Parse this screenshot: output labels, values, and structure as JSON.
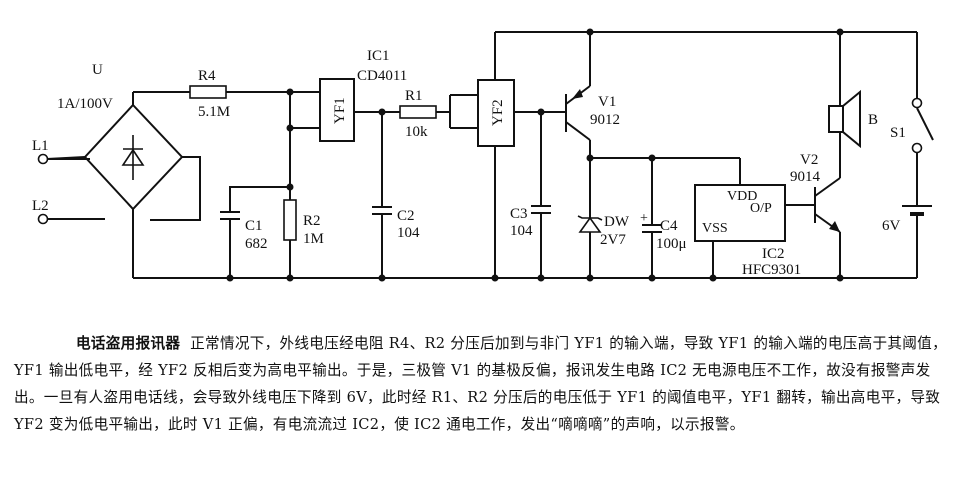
{
  "components": {
    "bridge": {
      "ref": "U",
      "value": "1A/100V"
    },
    "line1": "L1",
    "line2": "L2",
    "r4": {
      "ref": "R4",
      "value": "5.1M"
    },
    "c1": {
      "ref": "C1",
      "value": "682"
    },
    "r2": {
      "ref": "R2",
      "value": "1M"
    },
    "ic1": {
      "ref": "IC1",
      "value": "CD4011"
    },
    "yf1": "YF1",
    "yf2": "YF2",
    "r1": {
      "ref": "R1",
      "value": "10k"
    },
    "c2": {
      "ref": "C2",
      "value": "104"
    },
    "c3": {
      "ref": "C3",
      "value": "104"
    },
    "v1": {
      "ref": "V1",
      "value": "9012"
    },
    "dw": {
      "ref": "DW",
      "value": "2V7"
    },
    "c4": {
      "ref": "C4",
      "value": "100μ"
    },
    "ic2": {
      "ref": "IC2",
      "value": "HFC9301",
      "pin_vdd": "VDD",
      "pin_op": "O/P",
      "pin_vss": "VSS"
    },
    "v2": {
      "ref": "V2",
      "value": "9014"
    },
    "speaker": "B",
    "switch": "S1",
    "battery": "6V"
  },
  "caption": {
    "title": "电话盗用报讯器",
    "body": "正常情况下，外线电压经电阻 R4、R2 分压后加到与非门 YF1 的输入端，导致 YF1 的输入端的电压高于其阈值，YF1 输出低电平，经 YF2 反相后变为高电平输出。于是，三极管 V1 的基极反偏，报讯发生电路 IC2 无电源电压不工作，故没有报警声发出。一旦有人盗用电话线，会导致外线电压下降到 6V，此时经 R1、R2 分压后的电压低于 YF1 的阈值电平，YF1 翻转，输出高电平，导致 YF2 变为低电平输出，此时 V1 正偏，有电流流过 IC2，使 IC2 通电工作，发出“嘀嘀嘀”的声响，以示报警。"
  }
}
